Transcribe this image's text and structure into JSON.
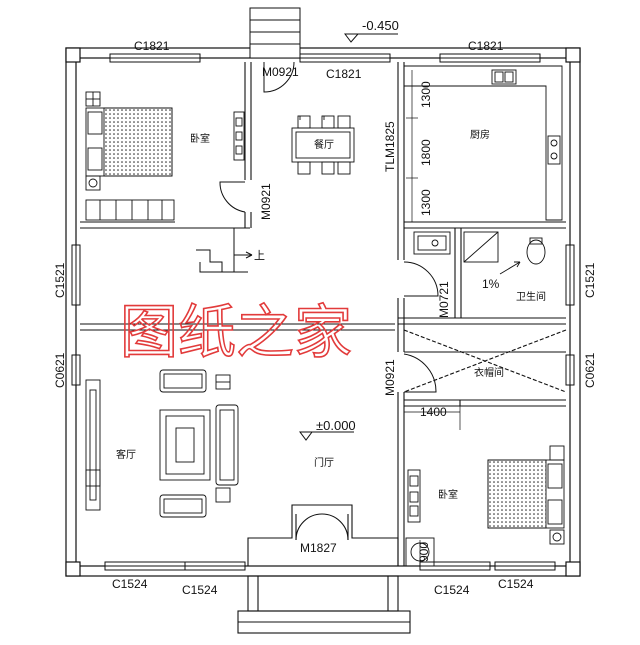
{
  "colors": {
    "line": "#111111",
    "watermark": "#e23b3b",
    "paper": "#ffffff"
  },
  "elevation_outdoor": "-0.450",
  "elevation_indoor": "±0.000",
  "slope": "1%",
  "stair_up": "上",
  "watermark": "图纸之家",
  "rooms": {
    "bedroom_1": "卧室",
    "dining": "餐厅",
    "kitchen": "厨房",
    "bathroom": "卫生间",
    "closet": "衣帽间",
    "living": "客厅",
    "foyer": "门厅",
    "bedroom_2": "卧室"
  },
  "labels": {
    "top_left_window": "C1821",
    "top_mid_window": "C1821",
    "top_right_window": "C1821",
    "door_top": "M0921",
    "door_bedroom": "M0921",
    "door_kitchen": "TLM1825",
    "left_window_1": "C1521",
    "left_window_2": "C0621",
    "right_window_1": "C1521",
    "right_window_2": "C0621",
    "door_bath": "M0721",
    "door_closet": "M0921",
    "entry_door": "M1827",
    "bottom_window_1": "C1524",
    "bottom_window_2": "C1524",
    "bottom_window_3": "C1524",
    "bottom_window_4": "C1524"
  },
  "dimensions": {
    "kitchen_1": "1300",
    "kitchen_2": "1800",
    "kitchen_3": "1300",
    "bedroom_width": "1400",
    "corner": "900"
  }
}
